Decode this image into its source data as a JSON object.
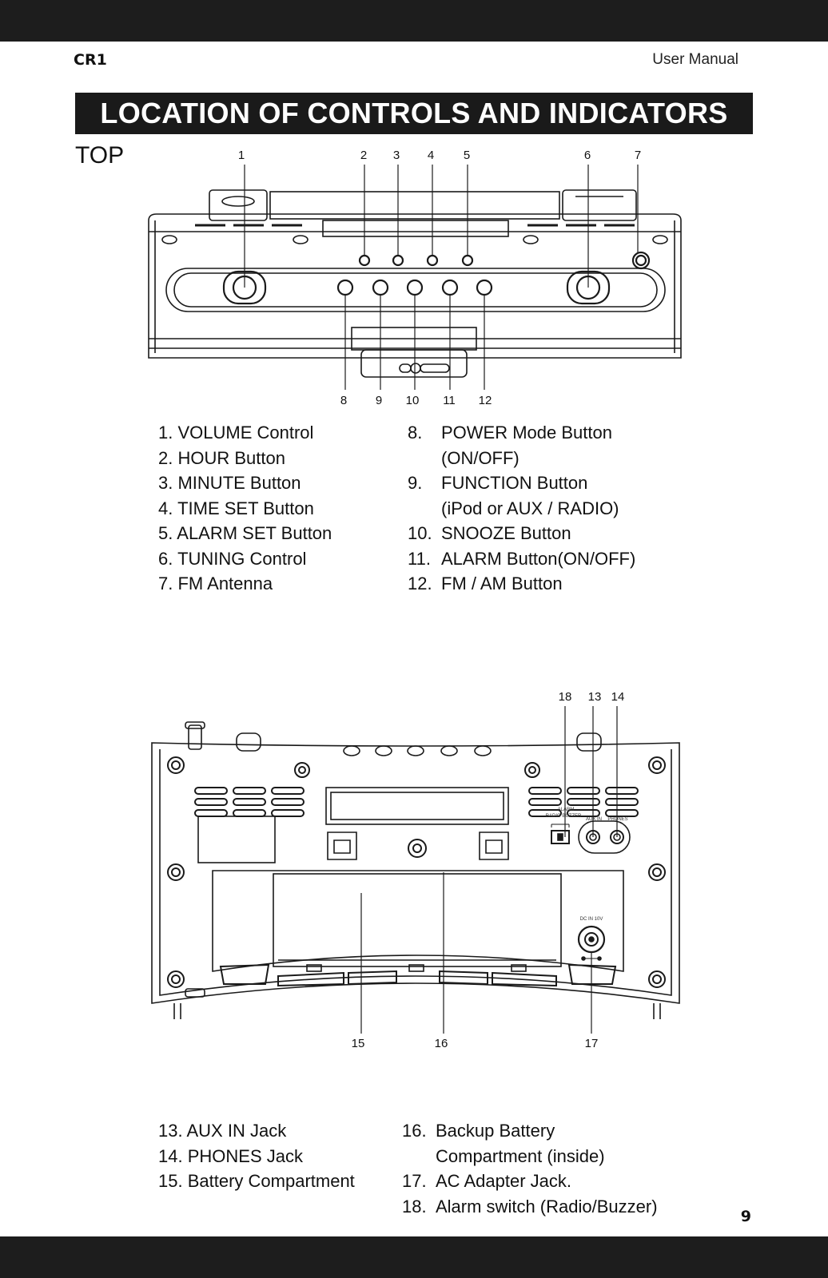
{
  "header": {
    "model": "CR1",
    "doc_type": "User Manual"
  },
  "title": "LOCATION OF CONTROLS AND INDICATORS",
  "top_section": {
    "label": "TOP",
    "callouts_top": [
      "1",
      "2",
      "3",
      "4",
      "5",
      "6",
      "7"
    ],
    "callouts_bottom": [
      "8",
      "9",
      "10",
      "11",
      "12"
    ],
    "items_left": [
      {
        "num": "1.",
        "text": "VOLUME Control"
      },
      {
        "num": "2.",
        "text": "HOUR Button"
      },
      {
        "num": "3.",
        "text": "MINUTE Button"
      },
      {
        "num": "4.",
        "text": "TIME SET Button"
      },
      {
        "num": "5.",
        "text": "ALARM SET Button"
      },
      {
        "num": "6.",
        "text": "TUNING Control"
      },
      {
        "num": "7.",
        "text": "FM Antenna"
      }
    ],
    "items_right": [
      {
        "num": "8.",
        "text": "POWER Mode Button",
        "cont": "(ON/OFF)"
      },
      {
        "num": "9.",
        "text": "FUNCTION Button",
        "cont": "(iPod or AUX / RADIO)"
      },
      {
        "num": "10.",
        "text": "SNOOZE Button"
      },
      {
        "num": "11.",
        "text": "ALARM Button(ON/OFF)"
      },
      {
        "num": "12.",
        "text": "FM / AM Button"
      }
    ]
  },
  "back_section": {
    "callouts_top": [
      "18",
      "13",
      "14"
    ],
    "callouts_bottom": [
      "15",
      "16",
      "17"
    ],
    "panel_labels": {
      "alarm": "ALARM",
      "radio_buzzer": "RADIO BUZZER",
      "aux_in": "AUX IN",
      "phones": "PHONES",
      "dc_in": "DC IN 10V"
    },
    "items_left": [
      {
        "num": "13.",
        "text": "AUX IN Jack"
      },
      {
        "num": "14.",
        "text": "PHONES Jack"
      },
      {
        "num": "15.",
        "text": "Battery Compartment"
      }
    ],
    "items_right": [
      {
        "num": "16.",
        "text": "Backup Battery",
        "cont": "Compartment (inside)"
      },
      {
        "num": "17.",
        "text": "AC Adapter Jack."
      },
      {
        "num": "18.",
        "text": "Alarm switch (Radio/Buzzer)"
      }
    ]
  },
  "page_number": "9"
}
